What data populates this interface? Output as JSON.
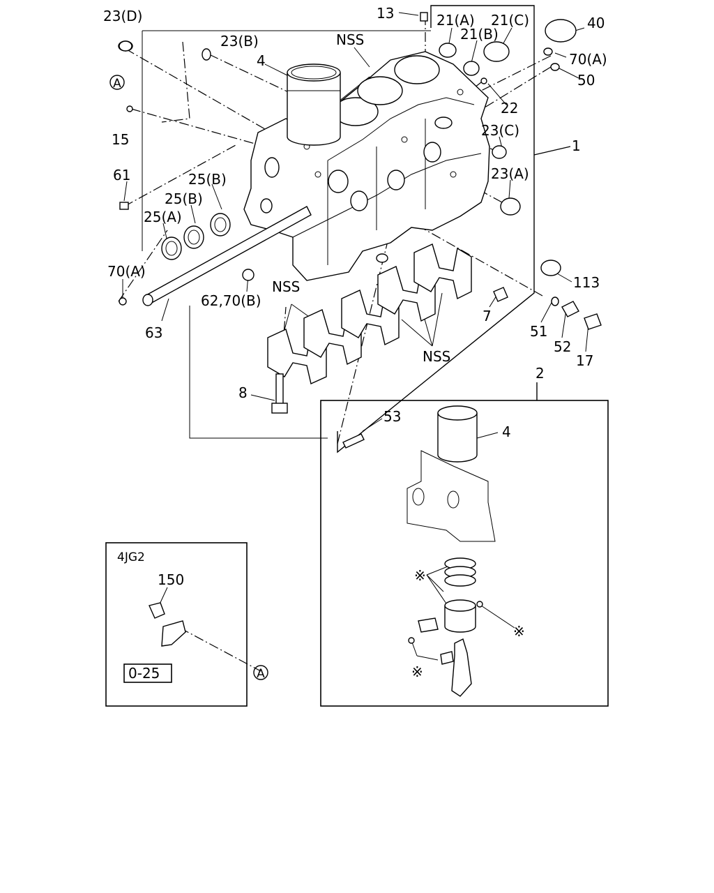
{
  "labels": {
    "l_23d": "23(D)",
    "l_23b": "23(B)",
    "l_4": "4",
    "l_13": "13",
    "l_nss_top": "NSS",
    "l_21a": "21(A)",
    "l_21c": "21(C)",
    "l_21b": "21(B)",
    "l_40": "40",
    "l_70a_top": "70(A)",
    "l_50": "50",
    "l_22": "22",
    "l_15": "15",
    "l_23c": "23(C)",
    "l_1": "1",
    "l_23a": "23(A)",
    "l_61": "61",
    "l_25b_upper": "25(B)",
    "l_25b_lower": "25(B)",
    "l_25a": "25(A)",
    "l_70a_left": "70(A)",
    "l_62_70b": "62,70(B)",
    "l_nss_mid": "NSS",
    "l_113": "113",
    "l_7": "7",
    "l_63": "63",
    "l_51": "51",
    "l_52": "52",
    "l_17": "17",
    "l_nss_caps": "NSS",
    "l_8": "8",
    "l_53": "53",
    "l_2": "2",
    "l_4_inset": "4",
    "l_4jg2": "4JG2",
    "l_150": "150",
    "l_0_25": "0-25",
    "callout_a_letter": "A",
    "asterisk": "※"
  },
  "icons": {
    "callout_a_top": "circled-a-icon",
    "callout_a_bottom": "circled-a-icon"
  },
  "colors": {
    "line": "#000000",
    "background": "#ffffff"
  }
}
